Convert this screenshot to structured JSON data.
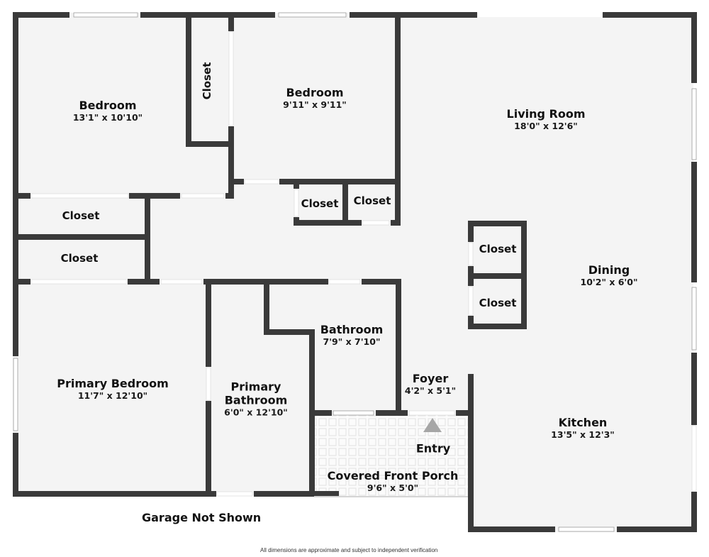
{
  "colors": {
    "wall": "#3a3a3a",
    "floor": "#f4f4f4",
    "background": "#ffffff",
    "porch_tile": "#e6e6e6",
    "entry_arrow": "#a6a6a6"
  },
  "rooms": {
    "bedroom_1": {
      "name": "Bedroom",
      "dim": "13'1\" x 10'10\""
    },
    "bedroom_2": {
      "name": "Bedroom",
      "dim": "9'11\" x 9'11\""
    },
    "living_room": {
      "name": "Living Room",
      "dim": "18'0\" x 12'6\""
    },
    "dining": {
      "name": "Dining",
      "dim": "10'2\" x 6'0\""
    },
    "kitchen": {
      "name": "Kitchen",
      "dim": "13'5\" x 12'3\""
    },
    "primary_bedroom": {
      "name": "Primary Bedroom",
      "dim": "11'7\" x 12'10\""
    },
    "primary_bathroom": {
      "name_line1": "Primary",
      "name_line2": "Bathroom",
      "dim": "6'0\" x 12'10\""
    },
    "bathroom": {
      "name": "Bathroom",
      "dim": "7'9\" x 7'10\""
    },
    "foyer": {
      "name": "Foyer",
      "dim": "4'2\" x 5'1\""
    },
    "porch": {
      "name": "Covered Front Porch",
      "dim": "9'6\" x 5'0\""
    },
    "entry": {
      "name": "Entry"
    }
  },
  "closets": {
    "bedroom1_closet": "Closet",
    "hall_closet_upper": "Closet",
    "hall_closet_lower": "Closet",
    "hall_closet_mid_left": "Closet",
    "hall_closet_mid_right": "Closet",
    "dining_closet_upper": "Closet",
    "dining_closet_lower": "Closet"
  },
  "notes": {
    "garage": "Garage Not Shown",
    "disclaimer": "All dimensions are approximate and subject to independent verification"
  }
}
